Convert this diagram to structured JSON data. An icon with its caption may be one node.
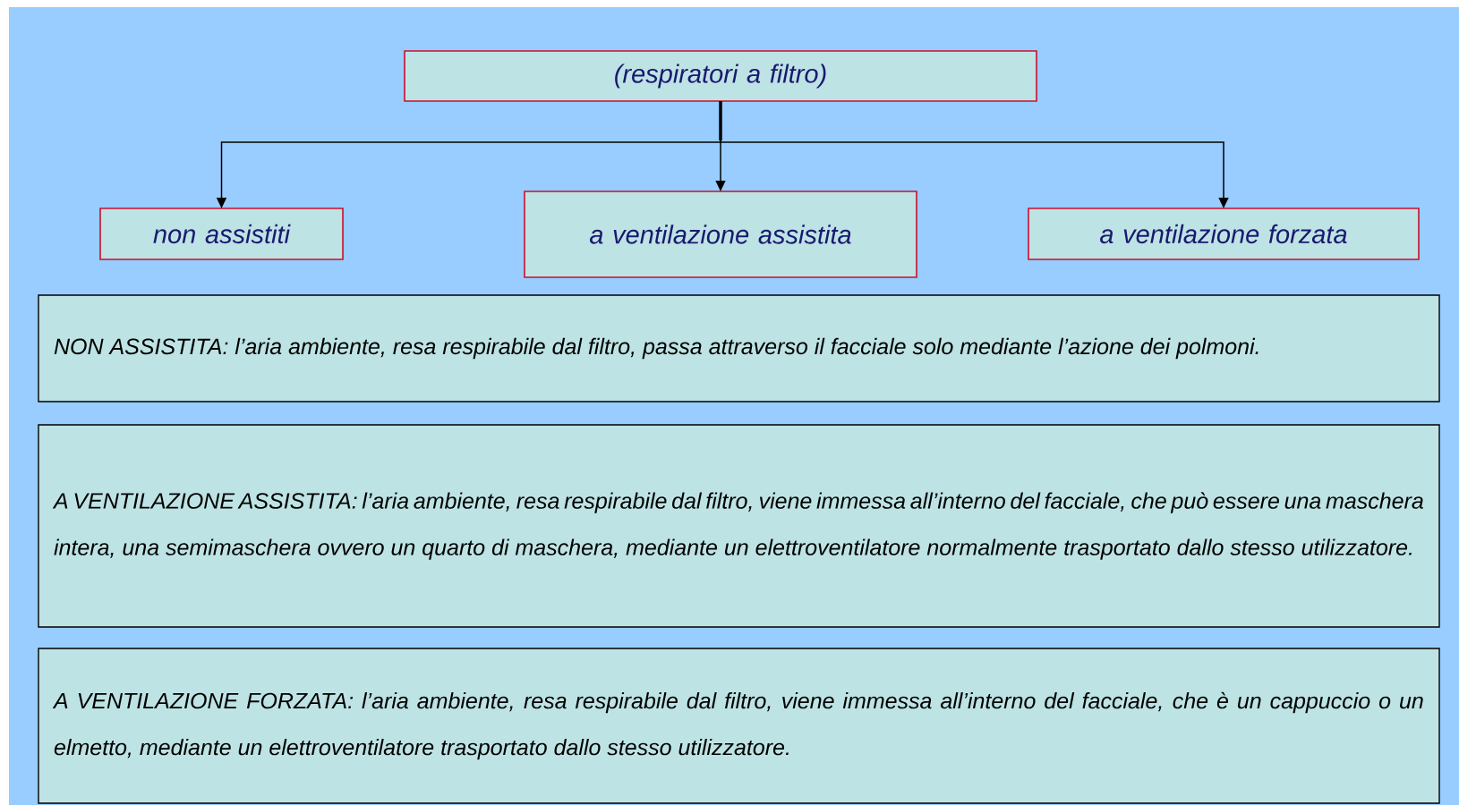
{
  "diagram": {
    "nodes": [
      {
        "text": [
          "(respiratori a filtro)"
        ]
      },
      {
        "text": [
          "non assistiti"
        ]
      },
      {
        "text": [
          "a ventilazione assistita"
        ]
      },
      {
        "text": [
          "a ventilazione forzata"
        ]
      },
      {
        "text": [
          "NON ASSISTITA: l’aria ambiente, resa respirabile dal filtro, passa attraverso il facciale solo mediante l’azione dei polmoni."
        ]
      },
      {
        "text": [
          "A VENTILAZIONE ASSISTITA: l’aria ambiente, resa respirabile dal filtro, viene immessa all’interno del facciale, che può essere una maschera intera, una semimaschera ovvero un quarto di maschera, mediante un elettroventilatore normalmente trasportato dallo stesso utilizzatore."
        ]
      },
      {
        "text": [
          "A VENTILAZIONE FORZATA: l’aria ambiente, resa respirabile dal filtro, viene immessa all’interno del facciale, che è un cappuccio o un elmetto, mediante un elettroventilatore trasportato dallo stesso utilizzatore."
        ]
      }
    ],
    "edges": [
      {
        "from": 0,
        "to": 1,
        "arrow": "to"
      },
      {
        "from": 0,
        "to": 2,
        "arrow": "to"
      },
      {
        "from": 0,
        "to": 3,
        "arrow": "to"
      }
    ]
  }
}
